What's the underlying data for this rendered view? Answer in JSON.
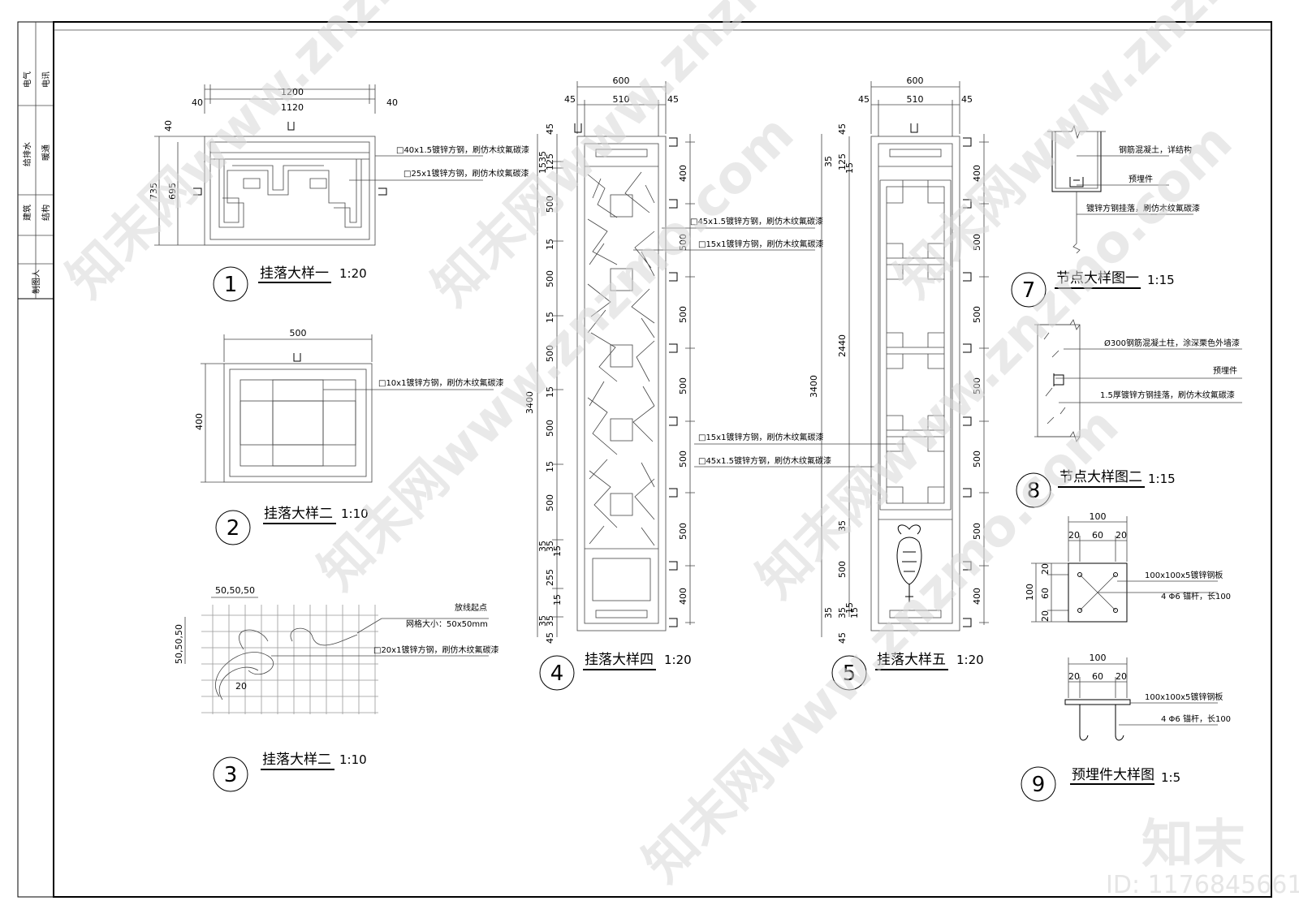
{
  "side_panel": {
    "labels": [
      "电气",
      "电讯",
      "给排水",
      "暖通",
      "建筑",
      "结构",
      "制图人"
    ]
  },
  "details": [
    {
      "num": "1",
      "title": "挂落大样一",
      "scale": "1:20",
      "dims": [
        "1200",
        "40",
        "1120",
        "40",
        "40",
        "735",
        "695"
      ],
      "notes": [
        "□40x1.5镀锌方钢，刷仿木纹氟碳漆",
        "□25x1镀锌方钢，刷仿木纹氟碳漆"
      ]
    },
    {
      "num": "2",
      "title": "挂落大样二",
      "scale": "1:10",
      "dims": [
        "500",
        "400"
      ],
      "notes": [
        "□10x1镀锌方钢，刷仿木纹氟碳漆"
      ]
    },
    {
      "num": "3",
      "title": "挂落大样二",
      "scale": "1:10",
      "dims": [
        "50,50,50",
        "50,50,50",
        "20"
      ],
      "notes": [
        "放线起点",
        "网格大小：50x50mm",
        "□20x1镀锌方钢，刷仿木纹氟碳漆"
      ]
    },
    {
      "num": "4",
      "title": "挂落大样四",
      "scale": "1:20",
      "dims": [
        "600",
        "45",
        "510",
        "45",
        "3400"
      ],
      "left_dims": [
        "45",
        "35",
        "125",
        "15",
        "500",
        "15",
        "500",
        "15",
        "500",
        "15",
        "500",
        "15",
        "500",
        "35",
        "35",
        "15",
        "255",
        "15",
        "35",
        "35",
        "45"
      ],
      "right_dims": [
        "400",
        "500",
        "500",
        "500",
        "500",
        "500",
        "400"
      ],
      "notes": [
        "□45x1.5镀锌方钢，刷仿木纹氟碳漆",
        "□15x1镀锌方钢，刷仿木纹氟碳漆"
      ]
    },
    {
      "num": "5",
      "title": "挂落大样五",
      "scale": "1:20",
      "dims": [
        "600",
        "45",
        "510",
        "45",
        "3400",
        "2440"
      ],
      "left_dims": [
        "45",
        "35",
        "125",
        "15",
        "35",
        "500",
        "35",
        "35",
        "15",
        "15",
        "45"
      ],
      "right_dims": [
        "400",
        "500",
        "500",
        "500",
        "500",
        "500",
        "400"
      ],
      "notes": [
        "□15x1镀锌方钢，刷仿木纹氟碳漆",
        "□45x1.5镀锌方钢，刷仿木纹氟碳漆"
      ]
    },
    {
      "num": "7",
      "title": "节点大样图一",
      "scale": "1:15",
      "notes": [
        "钢筋混凝土，详结构",
        "预埋件",
        "镀锌方钢挂落，刷仿木纹氟碳漆"
      ]
    },
    {
      "num": "8",
      "title": "节点大样图二",
      "scale": "1:15",
      "notes": [
        "Ø300钢筋混凝土柱，涂深栗色外墙漆",
        "预埋件",
        "1.5厚镀锌方钢挂落，刷仿木纹氟碳漆"
      ]
    },
    {
      "num": "9",
      "title": "预埋件大样图",
      "scale": "1:5",
      "dims": [
        "100",
        "20",
        "60",
        "20",
        "100",
        "20",
        "60",
        "20",
        "100",
        "20",
        "60",
        "20"
      ],
      "notes": [
        "100x100x5镀锌钢板",
        "4 Φ6 锚杆，长100",
        "100x100x5镀锌钢板",
        "4 Φ6 锚杆，长100"
      ]
    }
  ],
  "watermark": {
    "brand": "知末",
    "site": "知末网www.znzmo.com",
    "id_text": "ID: 1176845661"
  }
}
